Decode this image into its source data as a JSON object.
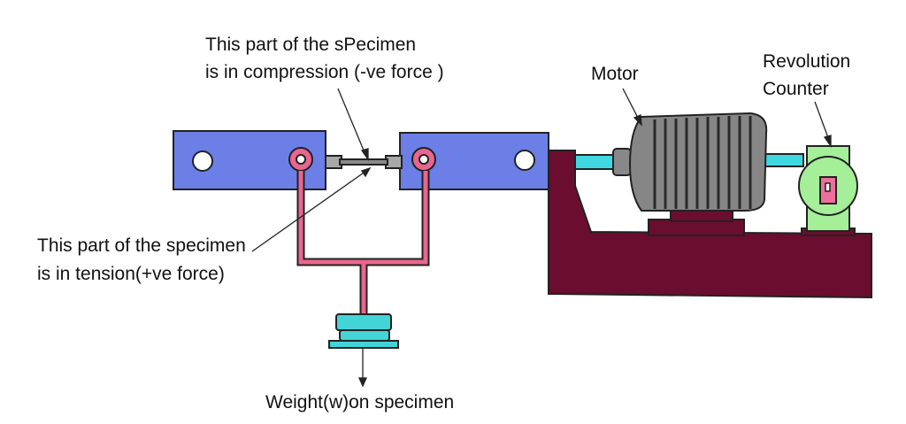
{
  "labels": {
    "compression_line1": "This part of the sPecimen",
    "compression_line2": "is in compression (-ve force )",
    "tension_line1": "This part of the specimen",
    "tension_line2": "is in tension(+ve force)",
    "weight": "Weight(w)on specimen",
    "motor": "Motor",
    "counter_line1": "Revolution",
    "counter_line2": "Counter"
  },
  "colors": {
    "chuck_blue": "#6b7fe6",
    "shaft_cyan": "#3fd8e0",
    "frame_maroon": "#6a0d2e",
    "hanger_pink": "#e8668f",
    "counter_green": "#a4ef98",
    "counter_pink": "#ee6f9c",
    "motor_gray": "#868686",
    "weight_cyan": "#43d4d8"
  }
}
